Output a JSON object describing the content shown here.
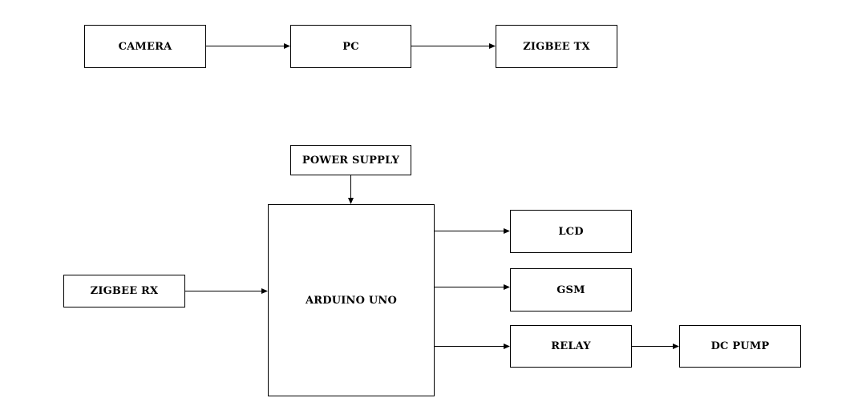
{
  "diagram": {
    "transmitter": {
      "camera": "CAMERA",
      "pc": "PC",
      "zigbee_tx": "ZIGBEE TX"
    },
    "receiver": {
      "power_supply": "POWER SUPPLY",
      "zigbee_rx": "ZIGBEE RX",
      "arduino": "ARDUINO UNO",
      "lcd": "LCD",
      "gsm": "GSM",
      "relay": "RELAY",
      "dc_pump": "DC PUMP"
    },
    "edges": [
      {
        "from": "CAMERA",
        "to": "PC"
      },
      {
        "from": "PC",
        "to": "ZIGBEE TX"
      },
      {
        "from": "POWER SUPPLY",
        "to": "ARDUINO UNO"
      },
      {
        "from": "ZIGBEE RX",
        "to": "ARDUINO UNO"
      },
      {
        "from": "ARDUINO UNO",
        "to": "LCD"
      },
      {
        "from": "ARDUINO UNO",
        "to": "GSM"
      },
      {
        "from": "ARDUINO UNO",
        "to": "RELAY"
      },
      {
        "from": "RELAY",
        "to": "DC PUMP"
      }
    ],
    "colors": {
      "stroke": "#000000",
      "background": "#ffffff"
    }
  }
}
